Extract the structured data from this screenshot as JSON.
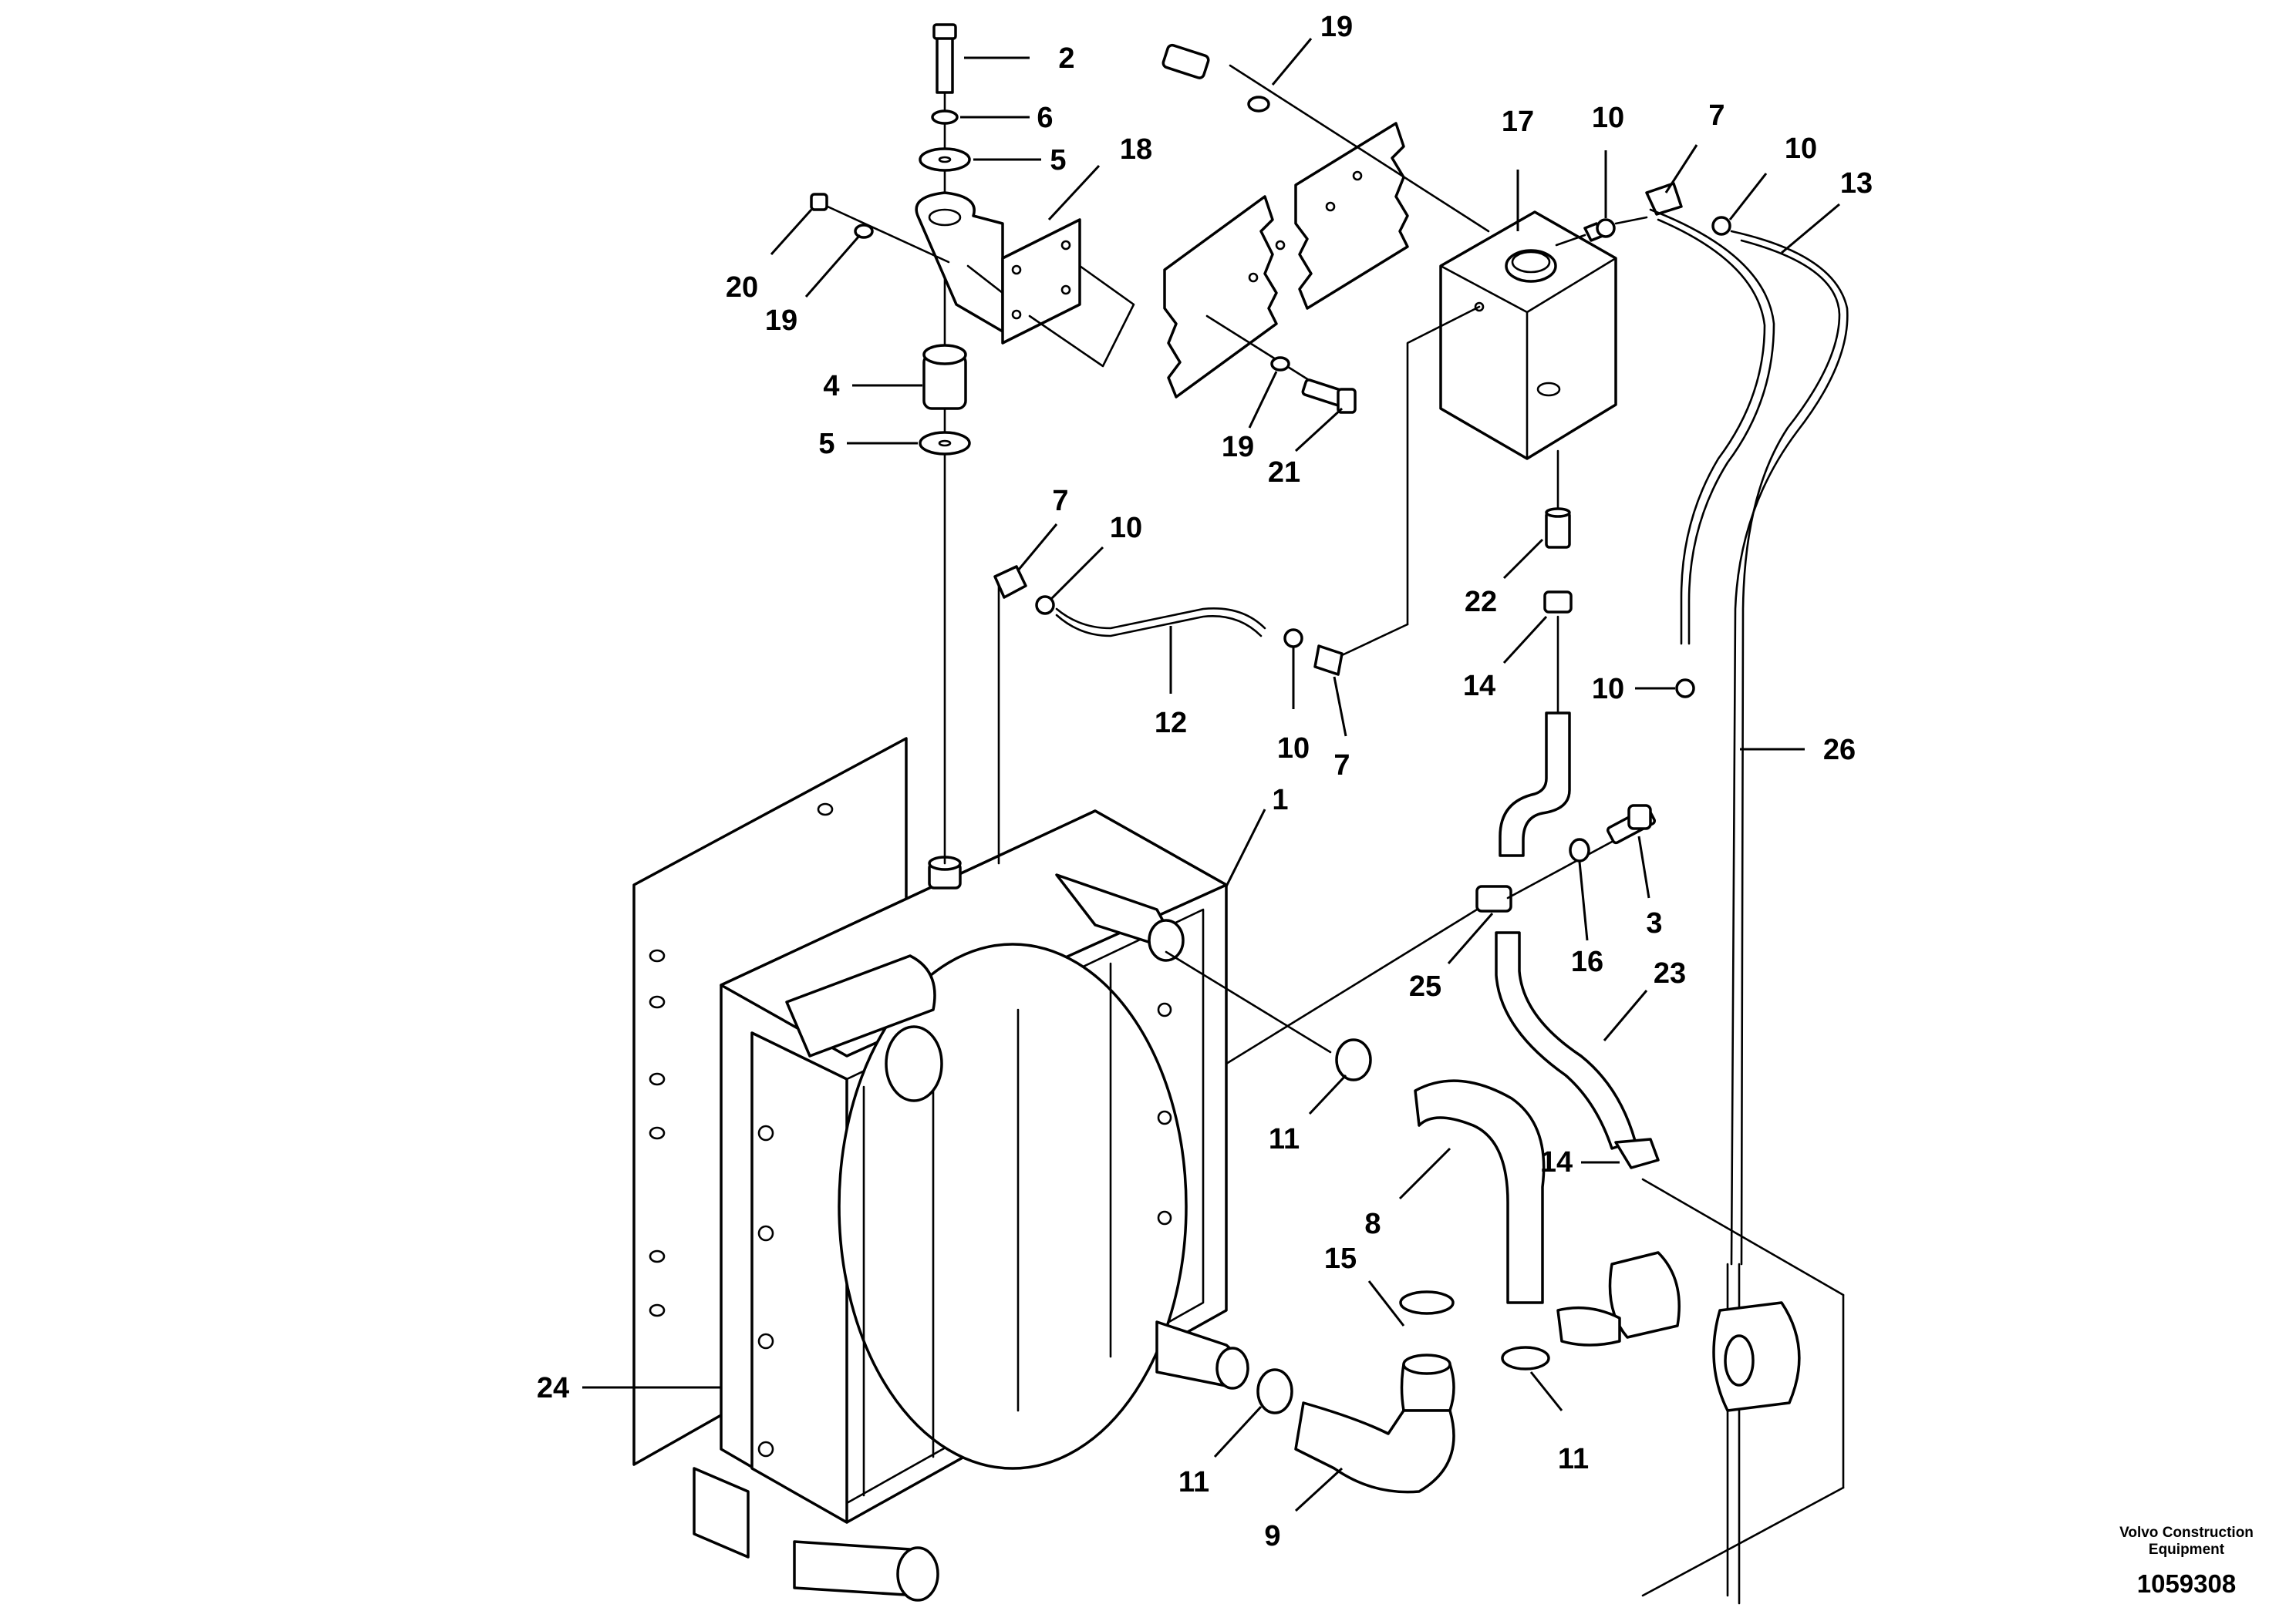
{
  "diagram": {
    "callouts": [
      {
        "id": "c-2",
        "label": "2"
      },
      {
        "id": "c-6",
        "label": "6"
      },
      {
        "id": "c-5a",
        "label": "5"
      },
      {
        "id": "c-18",
        "label": "18"
      },
      {
        "id": "c-20",
        "label": "20"
      },
      {
        "id": "c-19a",
        "label": "19"
      },
      {
        "id": "c-4",
        "label": "4"
      },
      {
        "id": "c-5b",
        "label": "5"
      },
      {
        "id": "c-19b",
        "label": "19"
      },
      {
        "id": "c-19c",
        "label": "19"
      },
      {
        "id": "c-21",
        "label": "21"
      },
      {
        "id": "c-17",
        "label": "17"
      },
      {
        "id": "c-10a",
        "label": "10"
      },
      {
        "id": "c-7a",
        "label": "7"
      },
      {
        "id": "c-10b",
        "label": "10"
      },
      {
        "id": "c-13",
        "label": "13"
      },
      {
        "id": "c-7b",
        "label": "7"
      },
      {
        "id": "c-10c",
        "label": "10"
      },
      {
        "id": "c-12",
        "label": "12"
      },
      {
        "id": "c-10d",
        "label": "10"
      },
      {
        "id": "c-7c",
        "label": "7"
      },
      {
        "id": "c-22",
        "label": "22"
      },
      {
        "id": "c-14a",
        "label": "14"
      },
      {
        "id": "c-10e",
        "label": "10"
      },
      {
        "id": "c-26",
        "label": "26"
      },
      {
        "id": "c-1",
        "label": "1"
      },
      {
        "id": "c-3",
        "label": "3"
      },
      {
        "id": "c-16",
        "label": "16"
      },
      {
        "id": "c-25",
        "label": "25"
      },
      {
        "id": "c-23",
        "label": "23"
      },
      {
        "id": "c-11a",
        "label": "11"
      },
      {
        "id": "c-14b",
        "label": "14"
      },
      {
        "id": "c-8",
        "label": "8"
      },
      {
        "id": "c-15",
        "label": "15"
      },
      {
        "id": "c-24",
        "label": "24"
      },
      {
        "id": "c-11b",
        "label": "11"
      },
      {
        "id": "c-11c",
        "label": "11"
      },
      {
        "id": "c-9",
        "label": "9"
      }
    ]
  },
  "footer": {
    "brand_line1": "Volvo Construction",
    "brand_line2": "Equipment",
    "doc_number": "1059308"
  }
}
